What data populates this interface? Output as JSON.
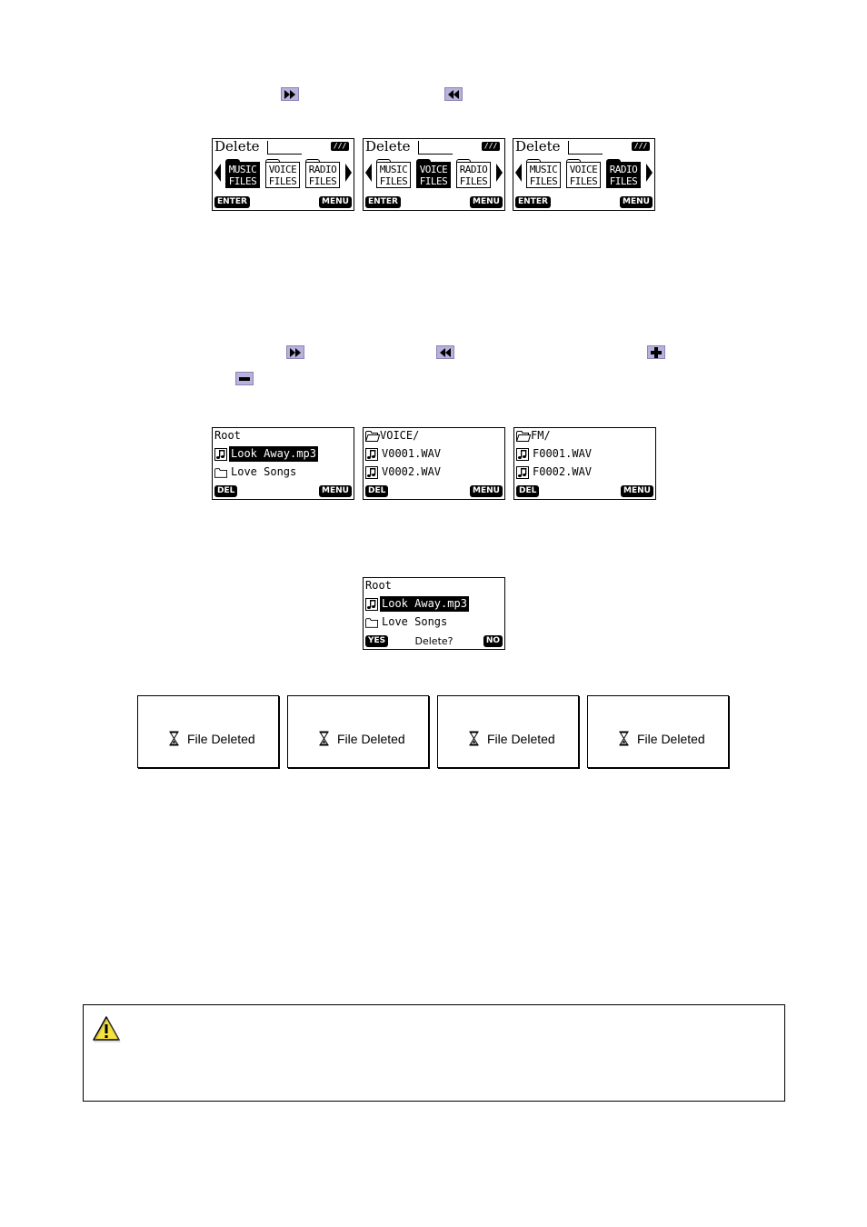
{
  "icons": {
    "forward": "fast-forward-icon",
    "rewind": "rewind-icon",
    "plus": "plus-icon",
    "minus": "minus-icon",
    "warning": "warning-icon"
  },
  "colors": {
    "button_fill": "#b9b0dc",
    "screen_ink": "#000000"
  },
  "delete_menu": {
    "title": "Delete",
    "battery": "///",
    "enter": "ENTER",
    "menu": "MENU",
    "folders": [
      {
        "line1": "MUSIC",
        "line2": "FILES"
      },
      {
        "line1": "VOICE",
        "line2": "FILES"
      },
      {
        "line1": "RADIO",
        "line2": "FILES"
      }
    ],
    "screens": [
      {
        "selected": 0
      },
      {
        "selected": 1
      },
      {
        "selected": 2
      }
    ]
  },
  "browser": {
    "del": "DEL",
    "menu": "MENU",
    "screens": [
      {
        "path": "Root",
        "items": [
          {
            "type": "music",
            "name": "Look Away.mp3",
            "selected": true
          },
          {
            "type": "folder",
            "name": "Love Songs",
            "selected": false
          }
        ]
      },
      {
        "path": "VOICE/",
        "items": [
          {
            "type": "music",
            "name": "V0001.WAV",
            "selected": false
          },
          {
            "type": "music",
            "name": "V0002.WAV",
            "selected": false
          }
        ]
      },
      {
        "path": "FM/",
        "items": [
          {
            "type": "music",
            "name": "F0001.WAV",
            "selected": false
          },
          {
            "type": "music",
            "name": "F0002.WAV",
            "selected": false
          }
        ]
      }
    ]
  },
  "confirm": {
    "path": "Root",
    "items": [
      {
        "type": "music",
        "name": "Look Away.mp3",
        "selected": true
      },
      {
        "type": "folder",
        "name": "Love Songs",
        "selected": false
      }
    ],
    "yes": "YES",
    "prompt": "Delete?",
    "no": "NO"
  },
  "deleted": [
    "File Deleted",
    "File Deleted",
    "File Deleted",
    "File Deleted"
  ]
}
